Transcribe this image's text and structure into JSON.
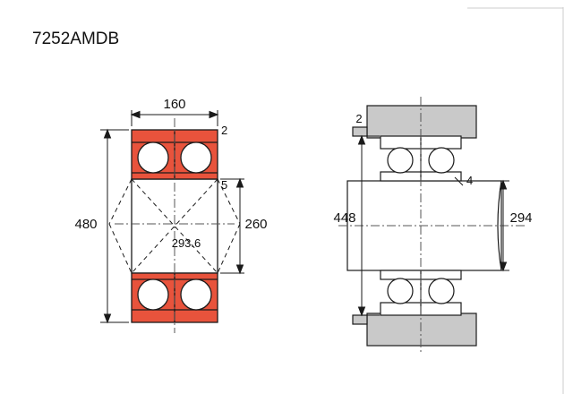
{
  "title": "7252AMDB",
  "left_view": {
    "dim_width": "160",
    "dim_chamfer": "2",
    "dim_offset": "5",
    "dim_outer_diameter": "480",
    "dim_bore": "260",
    "dim_pitch_diameter": "293.6"
  },
  "right_view": {
    "dim_chamfer": "2",
    "dim_fillet": "4",
    "dim_housing_bore": "448",
    "dim_shaft_abutment": "294"
  },
  "colors": {
    "ring_fill": "#e8533c",
    "housing_fill": "#c9c9c9",
    "line": "#1a1a1a",
    "centerline": "#555555",
    "page_border": "#cccccc"
  }
}
